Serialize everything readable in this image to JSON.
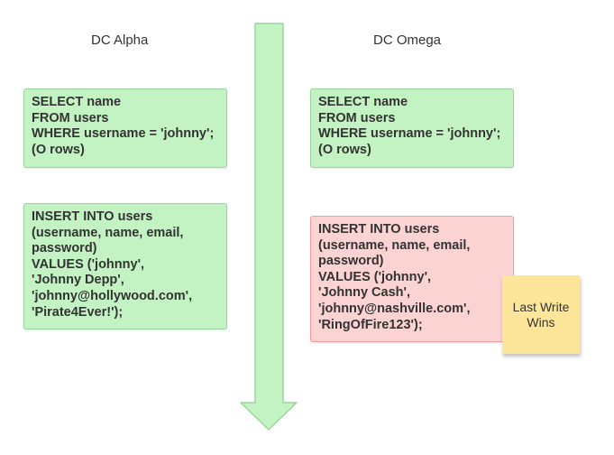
{
  "columns": {
    "alpha": {
      "title": "DC Alpha"
    },
    "omega": {
      "title": "DC Omega"
    }
  },
  "alpha_select": {
    "lines": [
      "SELECT name",
      "FROM users",
      "WHERE username = 'johnny';",
      "(O rows)"
    ]
  },
  "omega_select": {
    "lines": [
      "SELECT name",
      "FROM users",
      "WHERE username = 'johnny';",
      "(O rows)"
    ]
  },
  "alpha_insert": {
    "lines": [
      "INSERT INTO users",
      "(username, name, email,",
      "password)",
      "VALUES ('johnny',",
      "'Johnny Depp',",
      "'johnny@hollywood.com',",
      "'Pirate4Ever!');"
    ]
  },
  "omega_insert": {
    "lines": [
      "INSERT INTO users",
      "(username, name, email,",
      "password)",
      "VALUES ('johnny',",
      "'Johnny Cash',",
      "'johnny@nashville.com',",
      "'RingOfFire123');"
    ]
  },
  "sticky_note": {
    "line1": "Last Write",
    "line2": "Wins"
  },
  "colors": {
    "green_fill": "#c3f3c3",
    "green_border": "#9bd49b",
    "red_fill": "#fbd3d3",
    "red_border": "#ee9c9c",
    "sticky_fill": "#fde69a"
  }
}
